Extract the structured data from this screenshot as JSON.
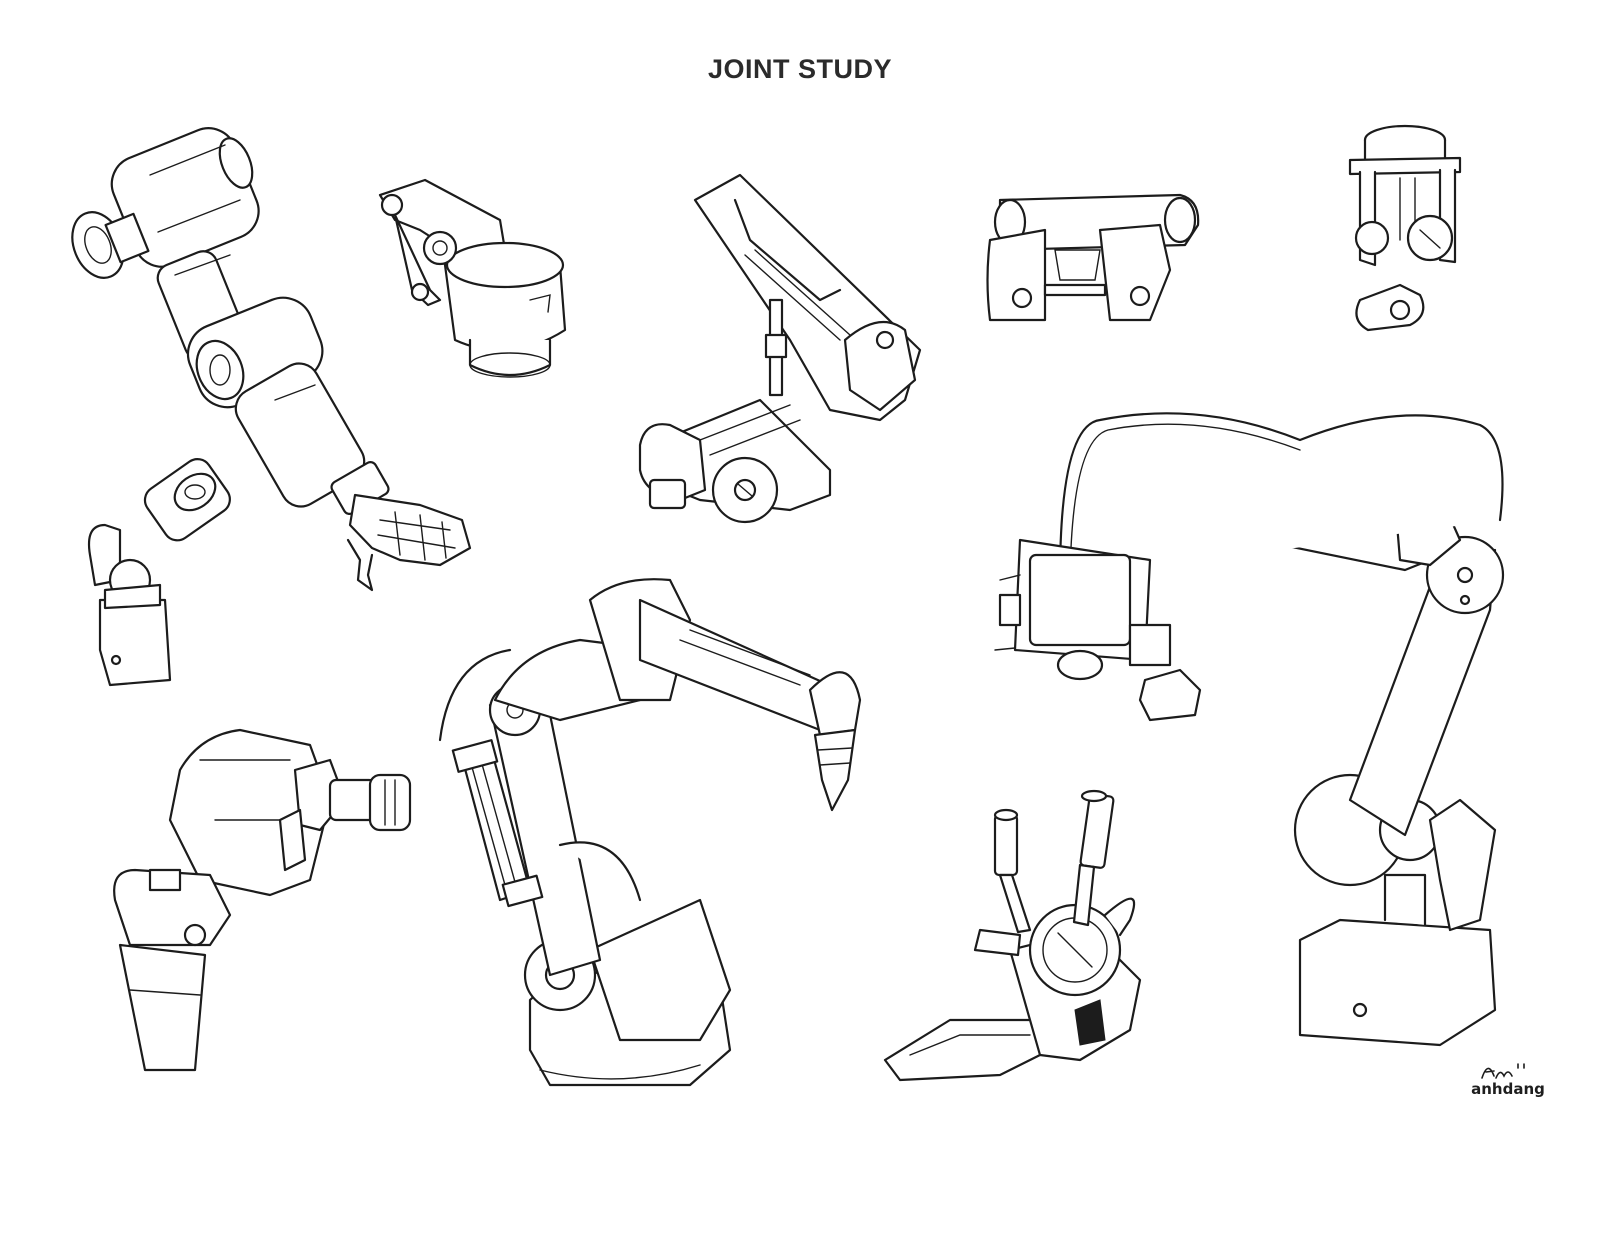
{
  "sheet": {
    "title": "JOINT STUDY",
    "author": "anhdang"
  },
  "colors": {
    "background": "#ffffff",
    "ink": "#1c1c1c"
  },
  "sketches": [
    "shoulder-elbow-hand-arm-sketch",
    "pivot-clamp-joint-sketch",
    "folding-piston-arm-sketch",
    "hinge-bracket-joint-sketch",
    "u-clevis-joint-sketch",
    "universal-joint-sketch",
    "cable-fed-camera-robot-arm-sketch",
    "knuckle-gripper-joint-sketch",
    "drill-robot-arm-sketch",
    "twin-nozzle-gripper-sketch"
  ]
}
